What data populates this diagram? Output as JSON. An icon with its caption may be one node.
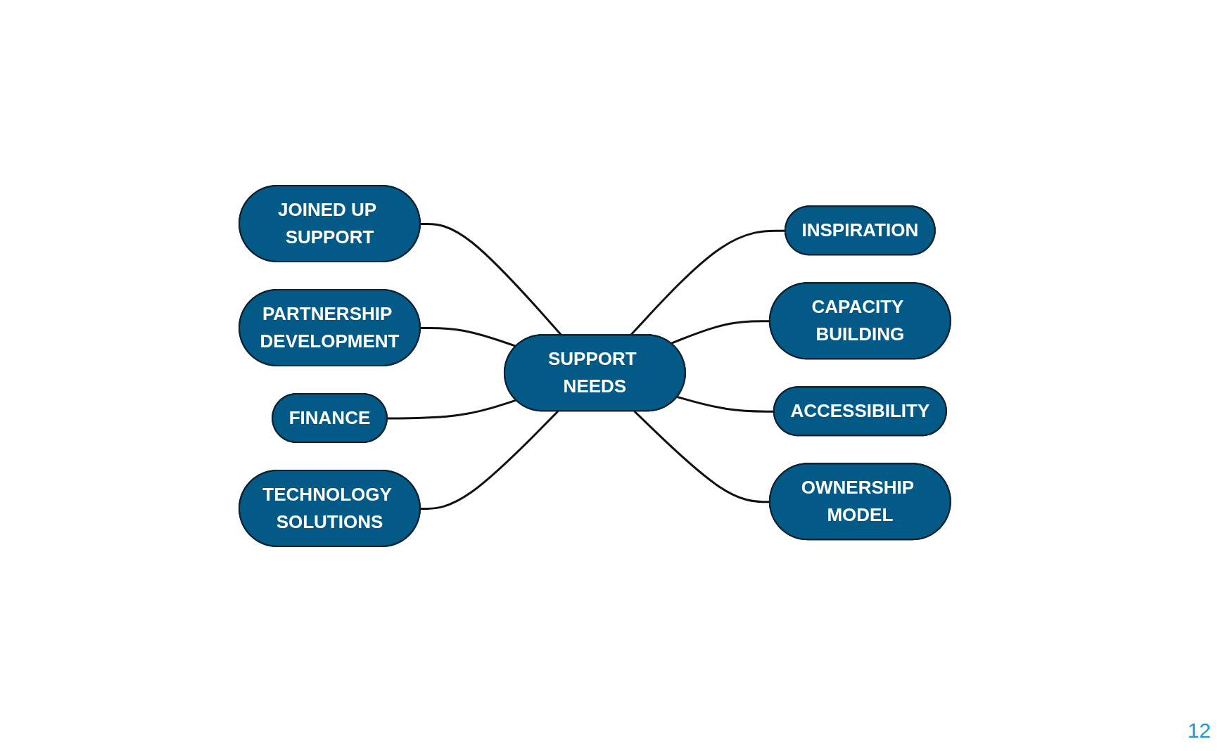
{
  "diagram": {
    "nodes": [
      {
        "text": [
          "JOINED UP SUPPORT"
        ]
      },
      {
        "text": [
          "PARTNERSHIP DEVELOPMENT"
        ]
      },
      {
        "text": [
          "INSPIRATION"
        ]
      },
      {
        "text": [
          "FINANCE"
        ]
      },
      {
        "text": [
          "SUPPORT NEEDS"
        ]
      },
      {
        "text": [
          "CAPACITY BUILDING"
        ]
      },
      {
        "text": [
          "TECHNOLOGY SOLUTIONS"
        ]
      },
      {
        "text": [
          "ACCESSIBILITY"
        ]
      },
      {
        "text": [
          "OWNERSHIP MODEL"
        ]
      }
    ],
    "edges": [
      {
        "from": 0,
        "to": 4,
        "arrow": "none"
      },
      {
        "from": 1,
        "to": 4,
        "arrow": "none"
      },
      {
        "from": 4,
        "to": 2,
        "arrow": "none"
      },
      {
        "from": 3,
        "to": 4,
        "arrow": "none"
      },
      {
        "from": 4,
        "to": 5,
        "arrow": "none"
      },
      {
        "from": 6,
        "to": 4,
        "arrow": "none"
      },
      {
        "from": 4,
        "to": 7,
        "arrow": "none"
      },
      {
        "from": 4,
        "to": 8,
        "arrow": "none"
      }
    ],
    "labels": [
      "12"
    ]
  }
}
